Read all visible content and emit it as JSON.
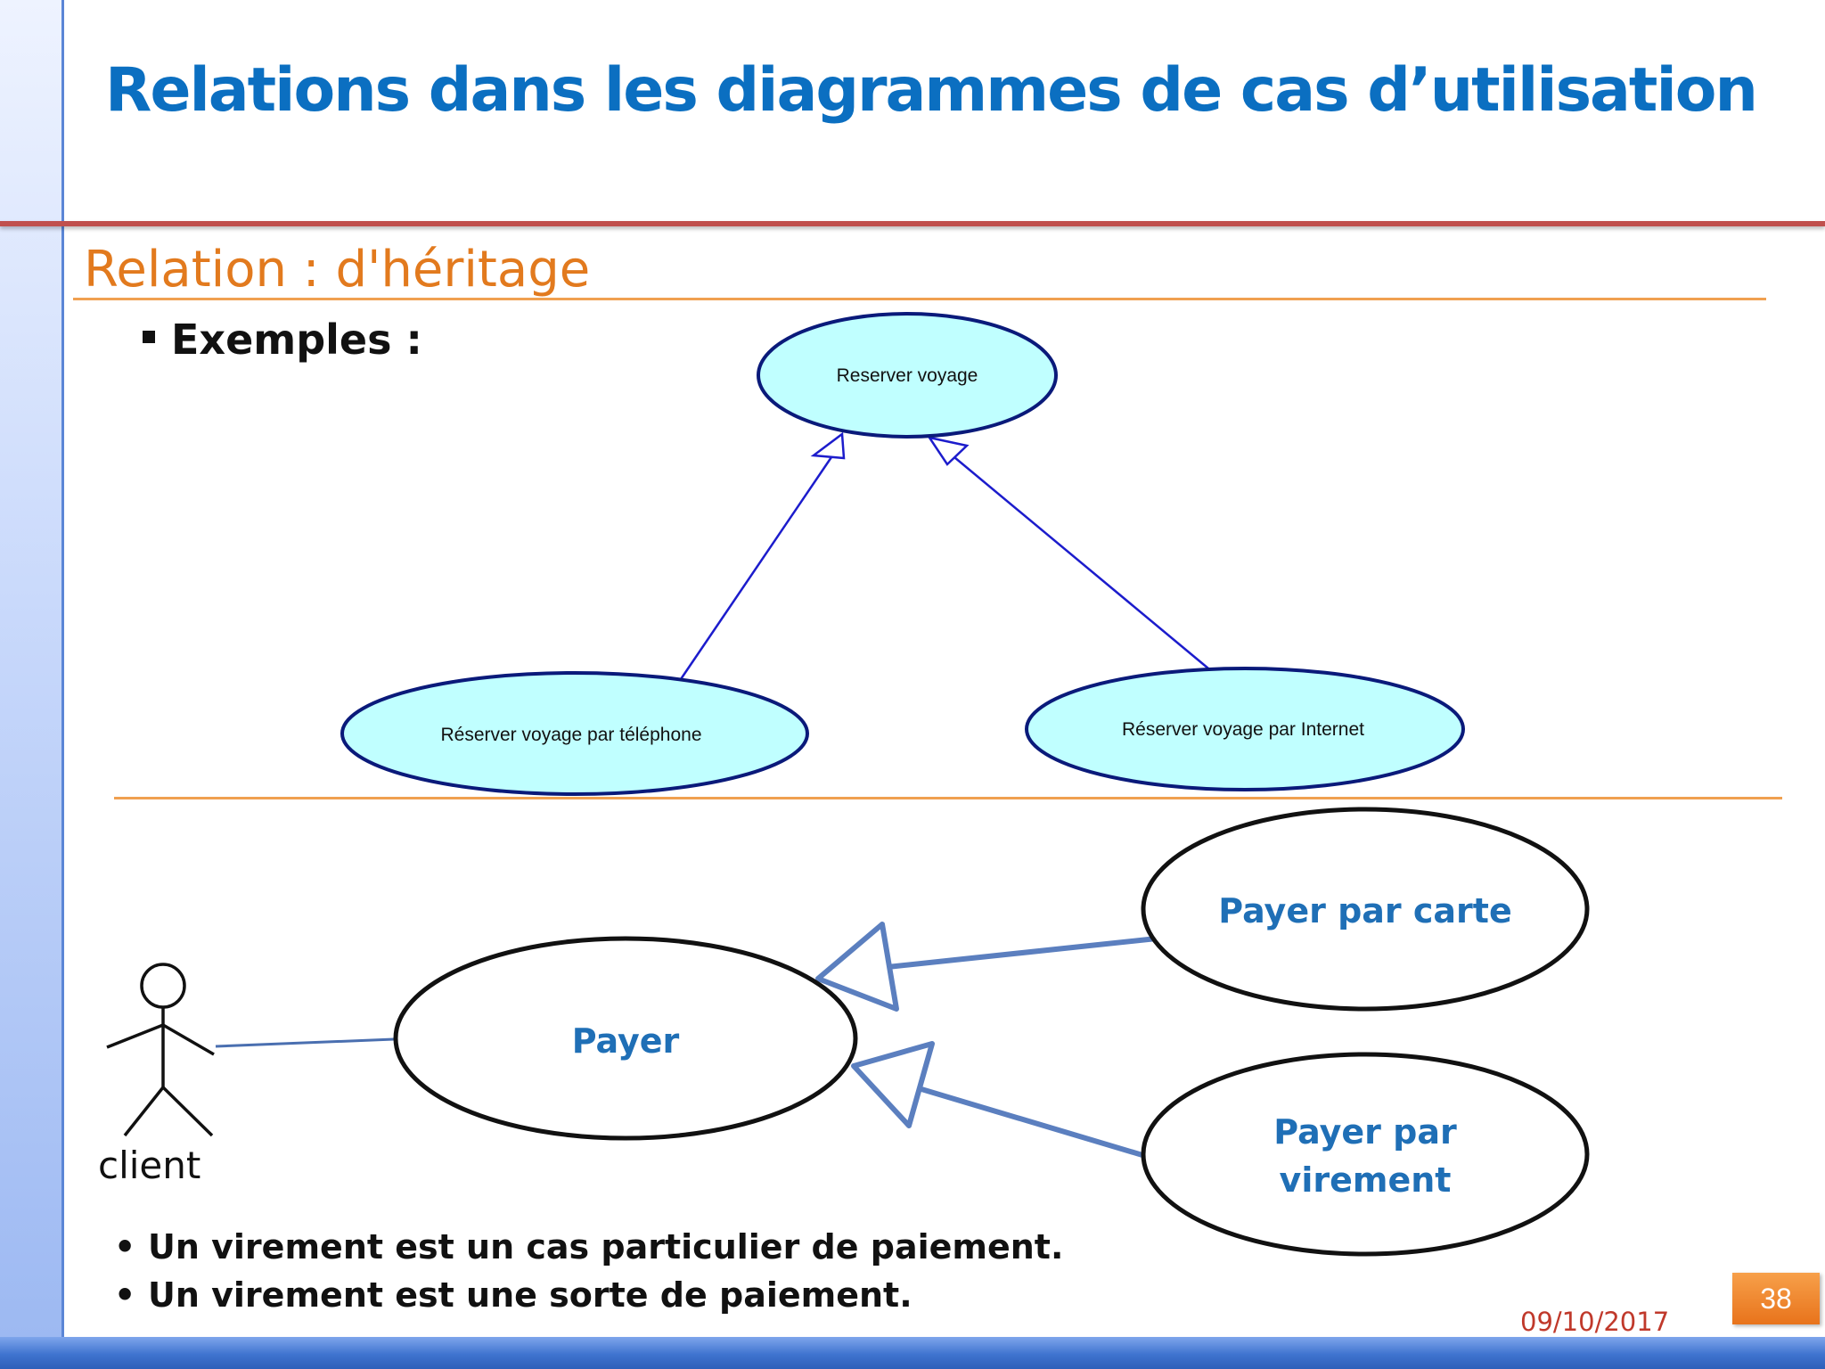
{
  "slide": {
    "title": "Relations dans les diagrammes de cas d’utilisation",
    "subtitle": "Relation : d'héritage",
    "examples_label": "Exemples :",
    "date": "09/10/2017",
    "page_number": "38"
  },
  "diagram_top": {
    "parent": "Reserver voyage",
    "child_left": "Réserver voyage par téléphone",
    "child_right": "Réserver voyage par Internet"
  },
  "diagram_bottom": {
    "actor": "client",
    "parent": "Payer",
    "child_card": "Payer par carte",
    "child_virement_line1": "Payer par",
    "child_virement_line2": "virement"
  },
  "bullets": [
    "Un virement est un cas particulier de paiement.",
    "Un virement est une sorte de paiement."
  ],
  "colors": {
    "title": "#0b6fc1",
    "subtitle": "#e27a1e",
    "accent_rule": "#c0504d",
    "usecase_fill": "#c0ffff",
    "usecase_stroke": "#0a1a7a",
    "payer_text": "#1f6fb6",
    "generalization_arrow": "#5b7fbf"
  }
}
